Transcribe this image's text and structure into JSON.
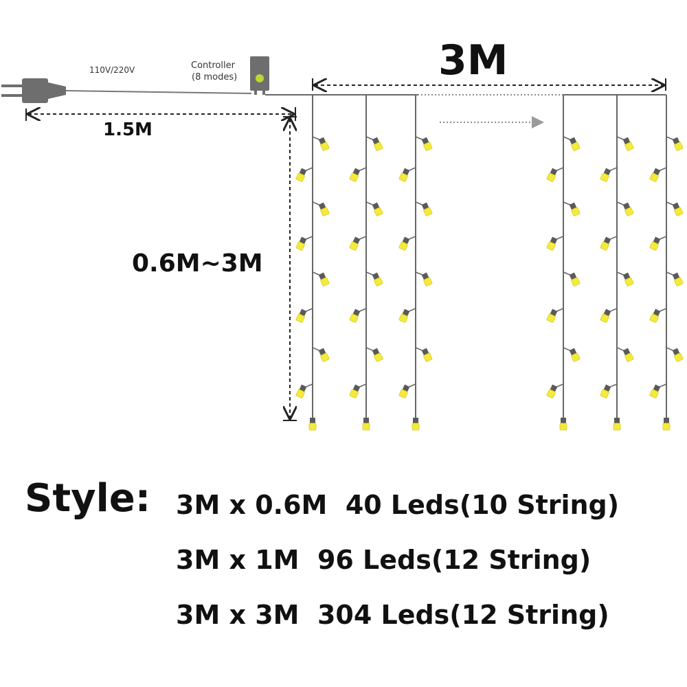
{
  "diagram": {
    "width_label": "3M",
    "height_label": "0.6M~3M",
    "lead_label": "1.5M",
    "voltage_label": "110V/220V",
    "controller_label": "Controller",
    "controller_modes": "(8 modes)",
    "colors": {
      "wire": "#666666",
      "led": "#f4ea3c",
      "led_cap": "#5a5a5a",
      "plug": "#6e6e6e",
      "controller_button": "#b9d832",
      "dimension": "#222222",
      "arrow": "#888888"
    }
  },
  "specs": {
    "style_label": "Style:",
    "options": [
      {
        "text": "3M x 0.6M  40 Leds(10 String)"
      },
      {
        "text": "3M x 1M  96 Leds(12 String)"
      },
      {
        "text": "3M x 3M  304 Leds(12 String)"
      }
    ]
  }
}
